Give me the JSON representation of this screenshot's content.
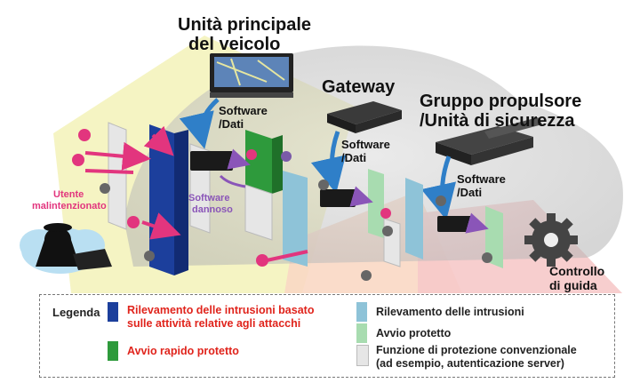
{
  "labels": {
    "main_unit_line1": "Unità principale",
    "main_unit_line2": "del veicolo",
    "gateway": "Gateway",
    "powertrain_line1": "Gruppo propulsore",
    "powertrain_line2": "/Unità di sicurezza",
    "sw_data_1a": "Software",
    "sw_data_1b": "/Dati",
    "sw_data_2a": "Software",
    "sw_data_2b": "/Dati",
    "sw_data_3a": "Software",
    "sw_data_3b": "/Dati",
    "malicious_sw_a": "Software",
    "malicious_sw_b": "dannoso",
    "attacker_a": "Utente",
    "attacker_b": "malintenzionato",
    "control_a": "Controllo",
    "control_b": "di guida"
  },
  "legend": {
    "title": "Legenda",
    "items": [
      {
        "text": [
          "Rilevamento delle intrusioni basato",
          "sulle attività relative agli attacchi"
        ],
        "color": "#1c3f9c",
        "text_color": "#e0241c"
      },
      {
        "text": [
          "Avvio rapido protetto"
        ],
        "color": "#2e9a3c",
        "text_color": "#e0241c"
      },
      {
        "text": [
          "Rilevamento delle intrusioni"
        ],
        "color": "#8ec3d8",
        "text_color": "#222222"
      },
      {
        "text": [
          "Avvio protetto"
        ],
        "color": "#a8dcb0",
        "text_color": "#222222"
      },
      {
        "text": [
          "Funzione di protezione convenzionale",
          "(ad esempio, autenticazione server)"
        ],
        "color": "#e6e6e6",
        "text_color": "#222222"
      }
    ]
  },
  "colors": {
    "blue_wall": "#1c3f9c",
    "green_wall": "#2e9a3c",
    "light_blue_wall": "#8ec3d8",
    "light_green_wall": "#a8dcb0",
    "gray_wall": "#e6e6e6",
    "attack": "#e2357e",
    "software_flow": "#8a55b8",
    "data_flow": "#2f7fc8"
  }
}
